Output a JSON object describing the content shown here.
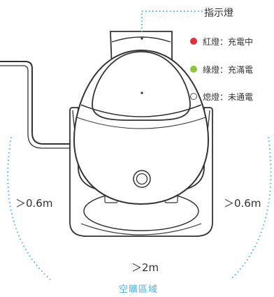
{
  "indicator": {
    "title": "指示燈",
    "legend": [
      {
        "label": "紅燈：充電中",
        "color": "#e0303a",
        "hollow": false,
        "icon": "red-dot-icon"
      },
      {
        "label": "綠燈：充滿電",
        "color": "#8cc63e",
        "hollow": false,
        "icon": "green-dot-icon"
      },
      {
        "label": "熄燈：未通電",
        "color": "#555555",
        "hollow": true,
        "icon": "hollow-circle-icon"
      }
    ]
  },
  "distances": {
    "left": "＞0.6m",
    "right": "＞0.6m",
    "bottom": "＞2m"
  },
  "area_label": "空曠區域",
  "colors": {
    "accent": "#3fb6e8",
    "outline": "#333333"
  }
}
